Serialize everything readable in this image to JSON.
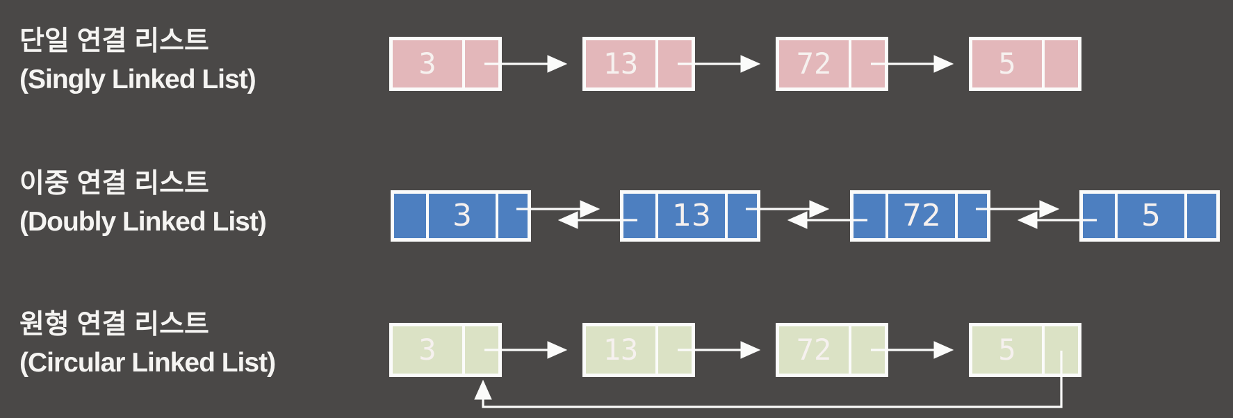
{
  "title": "Linked list types diagram",
  "colors": {
    "bg": "#4a4847",
    "singly": "#e3b7ba",
    "doubly": "#4d7fc0",
    "circular": "#dbe2c5",
    "line": "#fbfbfa"
  },
  "rows": [
    {
      "label_ko": "단일 연결 리스트",
      "label_en": "(Singly Linked List)",
      "values": [
        "3",
        "13",
        "72",
        "5"
      ]
    },
    {
      "label_ko": "이중 연결 리스트",
      "label_en": "(Doubly Linked List)",
      "values": [
        "3",
        "13",
        "72",
        "5"
      ]
    },
    {
      "label_ko": "원형 연결 리스트",
      "label_en": "(Circular Linked List)",
      "values": [
        "3",
        "13",
        "72",
        "5"
      ]
    }
  ]
}
